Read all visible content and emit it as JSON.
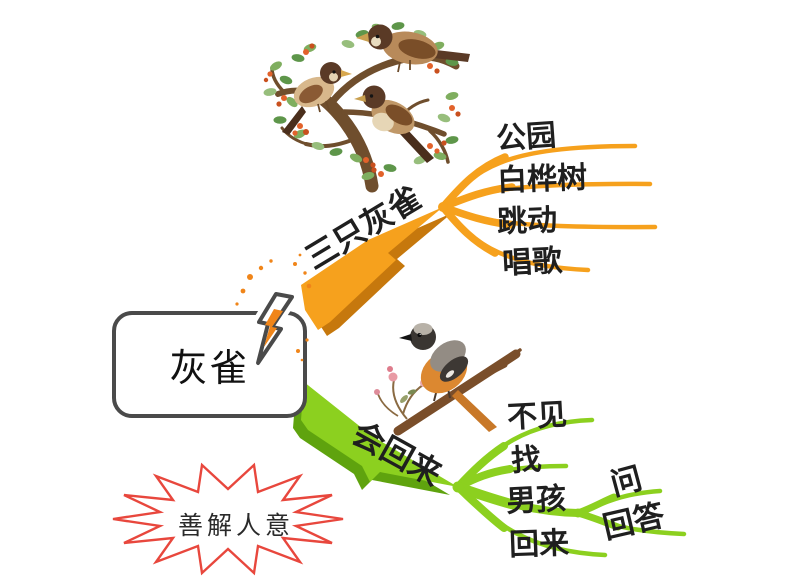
{
  "center_topic": {
    "label": "灰雀"
  },
  "branch_top": {
    "label": "三只灰雀",
    "color": "#F6A11D",
    "children": [
      {
        "label": "公园"
      },
      {
        "label": "白桦树"
      },
      {
        "label": "跳动"
      },
      {
        "label": "唱歌"
      }
    ]
  },
  "branch_bottom": {
    "label": "会回来",
    "color": "#8CD01F",
    "children": [
      {
        "label": "不见"
      },
      {
        "label": "找"
      },
      {
        "label": "男孩"
      },
      {
        "label": "回来"
      }
    ],
    "subbranch": {
      "children": [
        {
          "label": "问"
        },
        {
          "label": "回答"
        }
      ]
    }
  },
  "callout": {
    "label": "善解人意"
  },
  "colors": {
    "branch_top": "#F6A11D",
    "branch_top_shadow": "#C6780D",
    "branch_bottom": "#8CD01F",
    "branch_bottom_shadow": "#5FA30E",
    "callout_border": "#E8473D",
    "node_border": "#4A4A4A",
    "bolt_orange": "#F08519",
    "text": "#1F1F1F"
  },
  "icons": {
    "bolt": "lightning-bolt-icon",
    "top_illustration": "three-sparrows-on-berry-branch",
    "middle_illustration": "orange-breasted-bird-on-branch"
  }
}
